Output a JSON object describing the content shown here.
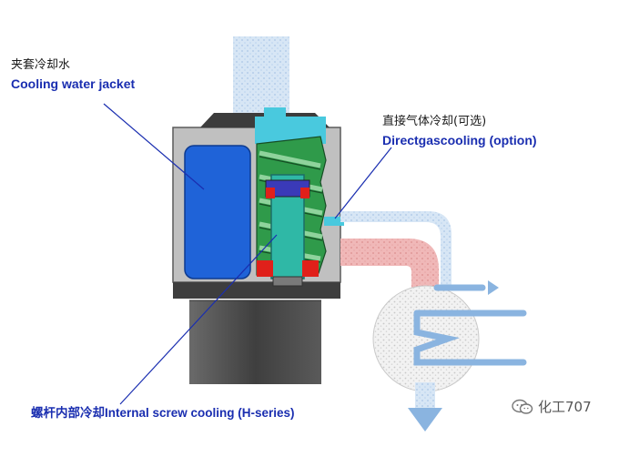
{
  "labels": {
    "jacket_cn": "夹套冷却水",
    "jacket_en": "Cooling water jacket",
    "gas_cn": "直接气体冷却(可选)",
    "gas_en": "Directgascooling (option)",
    "screw": "螺杆内部冷却Internal screw cooling (H-series)"
  },
  "watermark": {
    "text": "化工707",
    "icon": "wechat-icon"
  },
  "colors": {
    "jacket_water": "#1f63d8",
    "gas_flow": "#cfe0f2",
    "hot_pipe": "#e8a6a6",
    "screw": "#2f9a4a",
    "shaft": "#2fb8a6",
    "casing": "#b7b7b7",
    "base": "#555555",
    "seal": "#e0201a",
    "label_text": "#1a2eb0"
  }
}
